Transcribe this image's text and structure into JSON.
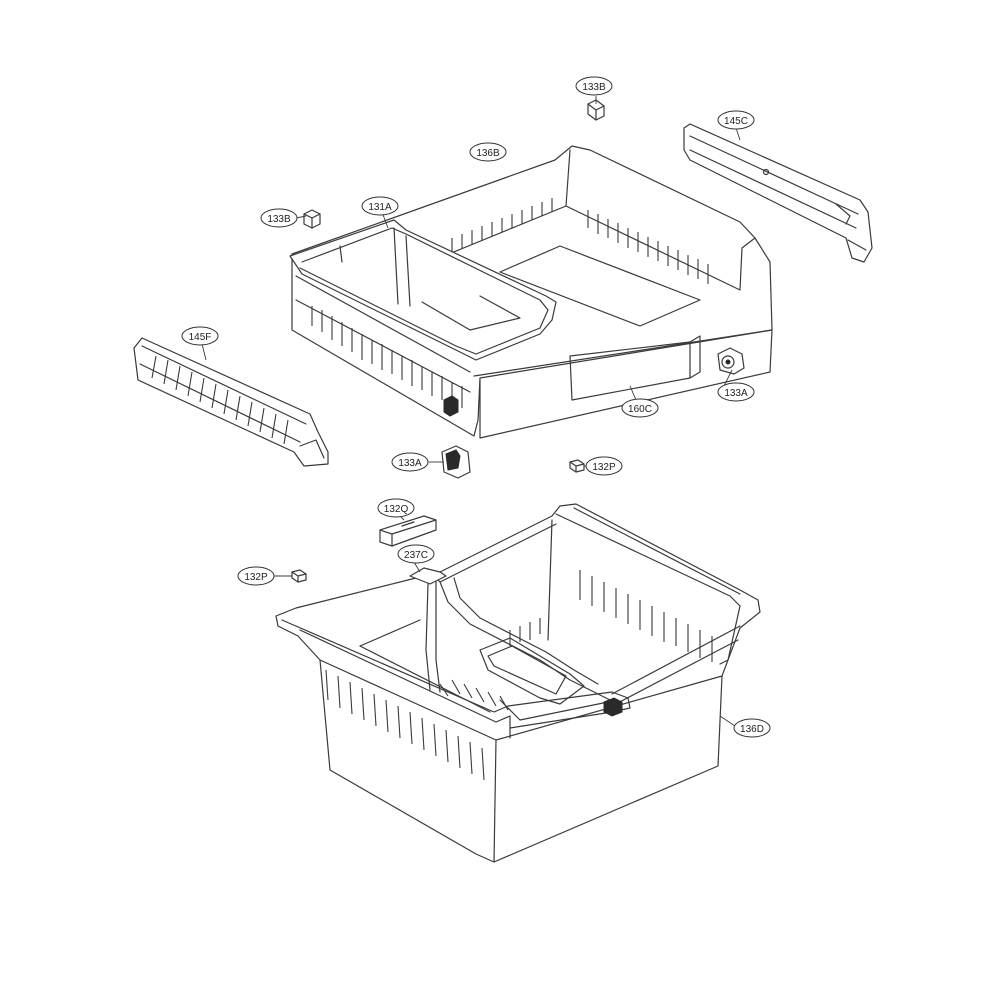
{
  "callouts": [
    {
      "id": "c133B_top",
      "label": "133B"
    },
    {
      "id": "c145C",
      "label": "145C"
    },
    {
      "id": "c136B",
      "label": "136B"
    },
    {
      "id": "c133B_left",
      "label": "133B"
    },
    {
      "id": "c131A",
      "label": "131A"
    },
    {
      "id": "c145F",
      "label": "145F"
    },
    {
      "id": "c133A_right",
      "label": "133A"
    },
    {
      "id": "c160C",
      "label": "160C"
    },
    {
      "id": "c133A_mid",
      "label": "133A"
    },
    {
      "id": "c132P_right",
      "label": "132P"
    },
    {
      "id": "c132Q",
      "label": "132Q"
    },
    {
      "id": "c237C",
      "label": "237C"
    },
    {
      "id": "c132P_left",
      "label": "132P"
    },
    {
      "id": "c136D",
      "label": "136D"
    }
  ]
}
